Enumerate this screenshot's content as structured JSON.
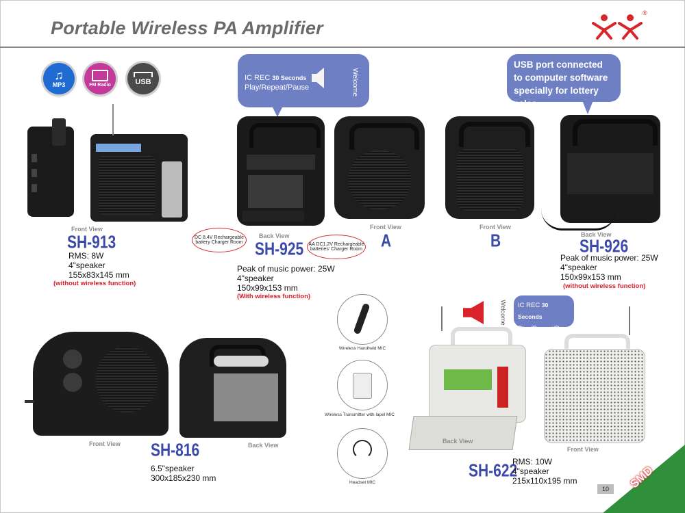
{
  "page": {
    "title": "Portable Wireless PA Amplifier",
    "page_number": "10",
    "corner_badge": "SMD",
    "registered_mark": "®"
  },
  "badges": [
    {
      "label": "MP3",
      "icon": "music-note-icon",
      "color": "#1f6bd1"
    },
    {
      "label": "FM Radio",
      "icon": "radio-icon",
      "color": "#c43a9b"
    },
    {
      "label": "USB",
      "icon": "usb-icon",
      "color": "#4a4a4a"
    }
  ],
  "callouts": {
    "ic_rec_top": {
      "line1": "IC REC",
      "seconds": "30 Seconds",
      "line2": "Play/Repeat/Pause",
      "welcome": "Welcome"
    },
    "usb": {
      "lines": [
        "USB port connected",
        "to computer software",
        "specially for lottery sales"
      ]
    },
    "ic_rec_bottom": {
      "line1": "IC REC",
      "seconds": "30 Seconds",
      "line2": "Play/Repeat/Pause",
      "welcome": "Welcome"
    }
  },
  "notes": {
    "dc_charger": "DC 8.4V Rechargeable battery Charger Room",
    "aa_charger": "AA DC1.2V Rechargeable batteries' Charger Room"
  },
  "products": {
    "sh913": {
      "view": "Front View",
      "model": "SH-913",
      "specs": [
        "RMS: 8W",
        "4\"speaker",
        "155x83x145 mm"
      ],
      "note": "(without wireless function)"
    },
    "sh925": {
      "view": "Back View",
      "model": "SH-925",
      "specs": [
        "Peak of music power: 25W",
        "4\"speaker",
        "150x99x153 mm"
      ],
      "note": "(With wireless function)"
    },
    "variant_a": {
      "view": "Front View",
      "model": "A"
    },
    "variant_b": {
      "view": "Front View",
      "model": "B"
    },
    "sh926": {
      "view": "Back View",
      "model": "SH-926",
      "specs": [
        "Peak of music power: 25W",
        "4\"speaker",
        "150x99x153 mm"
      ],
      "note": "(without wireless function)"
    },
    "sh816": {
      "front_view": "Front View",
      "back_view": "Back View",
      "model": "SH-816",
      "specs": [
        "6.5\"speaker",
        "300x185x230 mm"
      ]
    },
    "sh622": {
      "back_view": "Back View",
      "front_view": "Front View",
      "model": "SH-622",
      "specs": [
        "RMS: 10W",
        "4\"speaker",
        "215x110x195 mm"
      ]
    }
  },
  "mics": [
    {
      "label": "Wireless Handheld MIC",
      "icon": "handheld-mic-icon"
    },
    {
      "label": "Wireless Transmitter with lapel MIC",
      "icon": "lapel-transmitter-icon"
    },
    {
      "label": "Headset MIC",
      "icon": "headset-mic-icon"
    }
  ]
}
